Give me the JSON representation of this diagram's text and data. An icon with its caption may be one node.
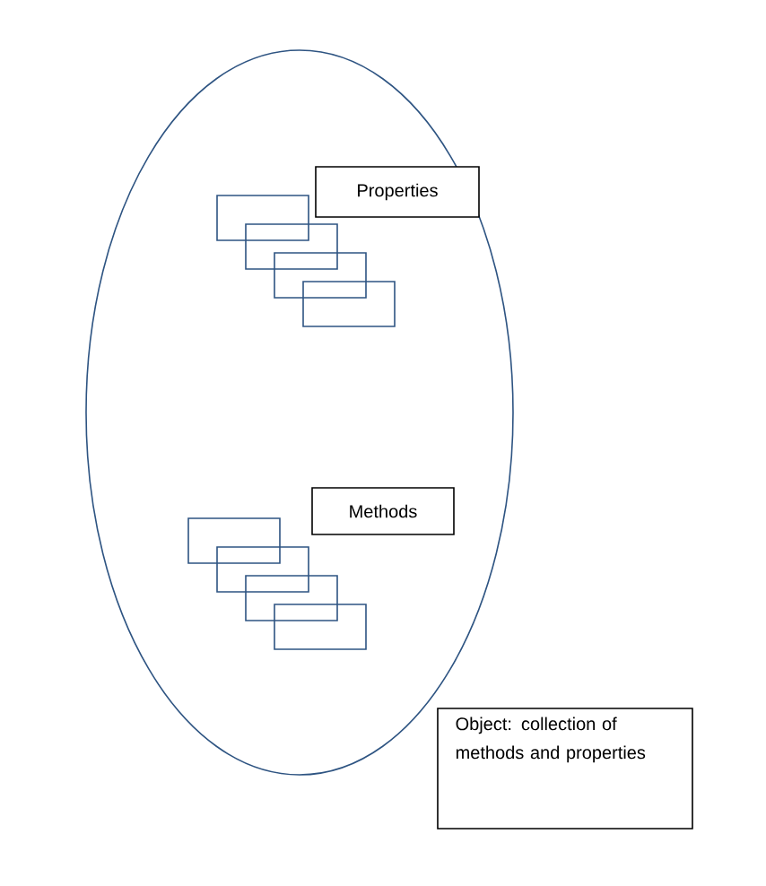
{
  "diagram": {
    "nodes": [
      {
        "text": [],
        "shape": "ellipse"
      },
      {
        "text": [
          "Properties"
        ],
        "in": 0
      },
      {
        "text": [],
        "shape": "box",
        "in": 0
      },
      {
        "text": [],
        "shape": "box",
        "in": 0
      },
      {
        "text": [],
        "shape": "box",
        "in": 0
      },
      {
        "text": [],
        "shape": "box",
        "in": 0
      },
      {
        "text": [
          "Methods"
        ],
        "in": 0
      },
      {
        "text": [],
        "shape": "box",
        "in": 0
      },
      {
        "text": [],
        "shape": "box",
        "in": 0
      },
      {
        "text": [],
        "shape": "box",
        "in": 0
      },
      {
        "text": [],
        "shape": "box",
        "in": 0
      },
      {
        "text": [
          "Object: collection of methods and properties"
        ]
      }
    ]
  }
}
